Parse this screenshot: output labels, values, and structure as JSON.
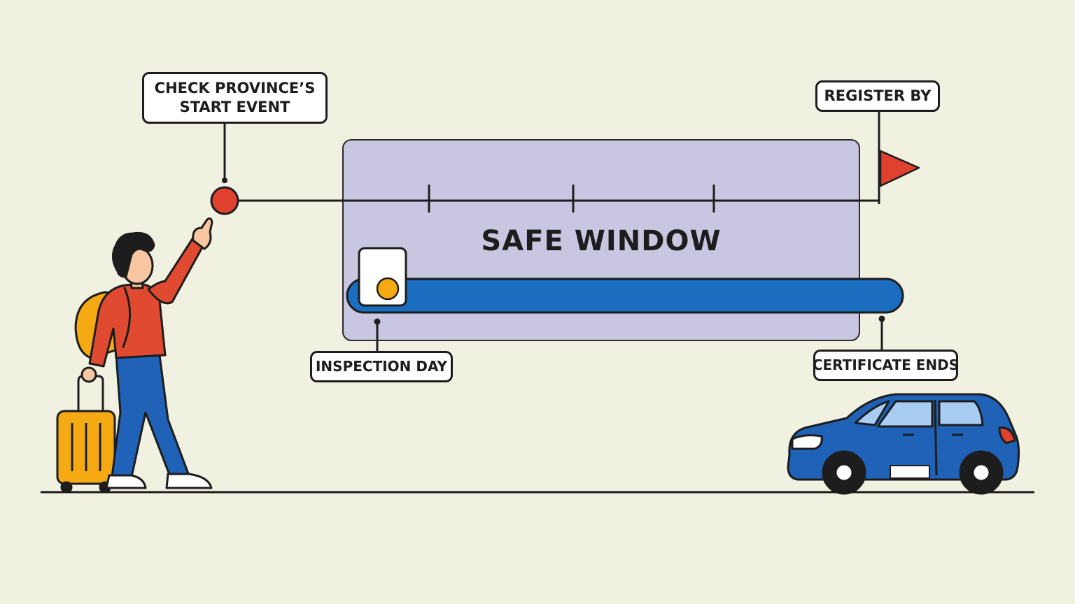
{
  "colors": {
    "background": "#f1f1e1",
    "window_fill": "#c9c6e1",
    "bar_blue": "#1b6dbf",
    "start_dot": "#e0402e",
    "flag_red": "#e0402e",
    "car_blue": "#1f62b8",
    "shirt_red": "#e04a30",
    "luggage_yellow": "#f5a912",
    "ink": "#1d1d1d"
  },
  "labels": {
    "start_event_line1": "CHECK PROVINCE’S",
    "start_event_line2": "START EVENT",
    "register_by": "REGISTER BY",
    "safe_window": "SAFE WINDOW",
    "inspection_day": "INSPECTION DAY",
    "certificate_ends": "CERTIFICATE ENDS"
  },
  "icons": [
    "start-event-dot-icon",
    "deadline-flag-icon",
    "inspection-certificate-icon",
    "traveler-figure-icon",
    "suitcase-icon",
    "car-icon"
  ]
}
